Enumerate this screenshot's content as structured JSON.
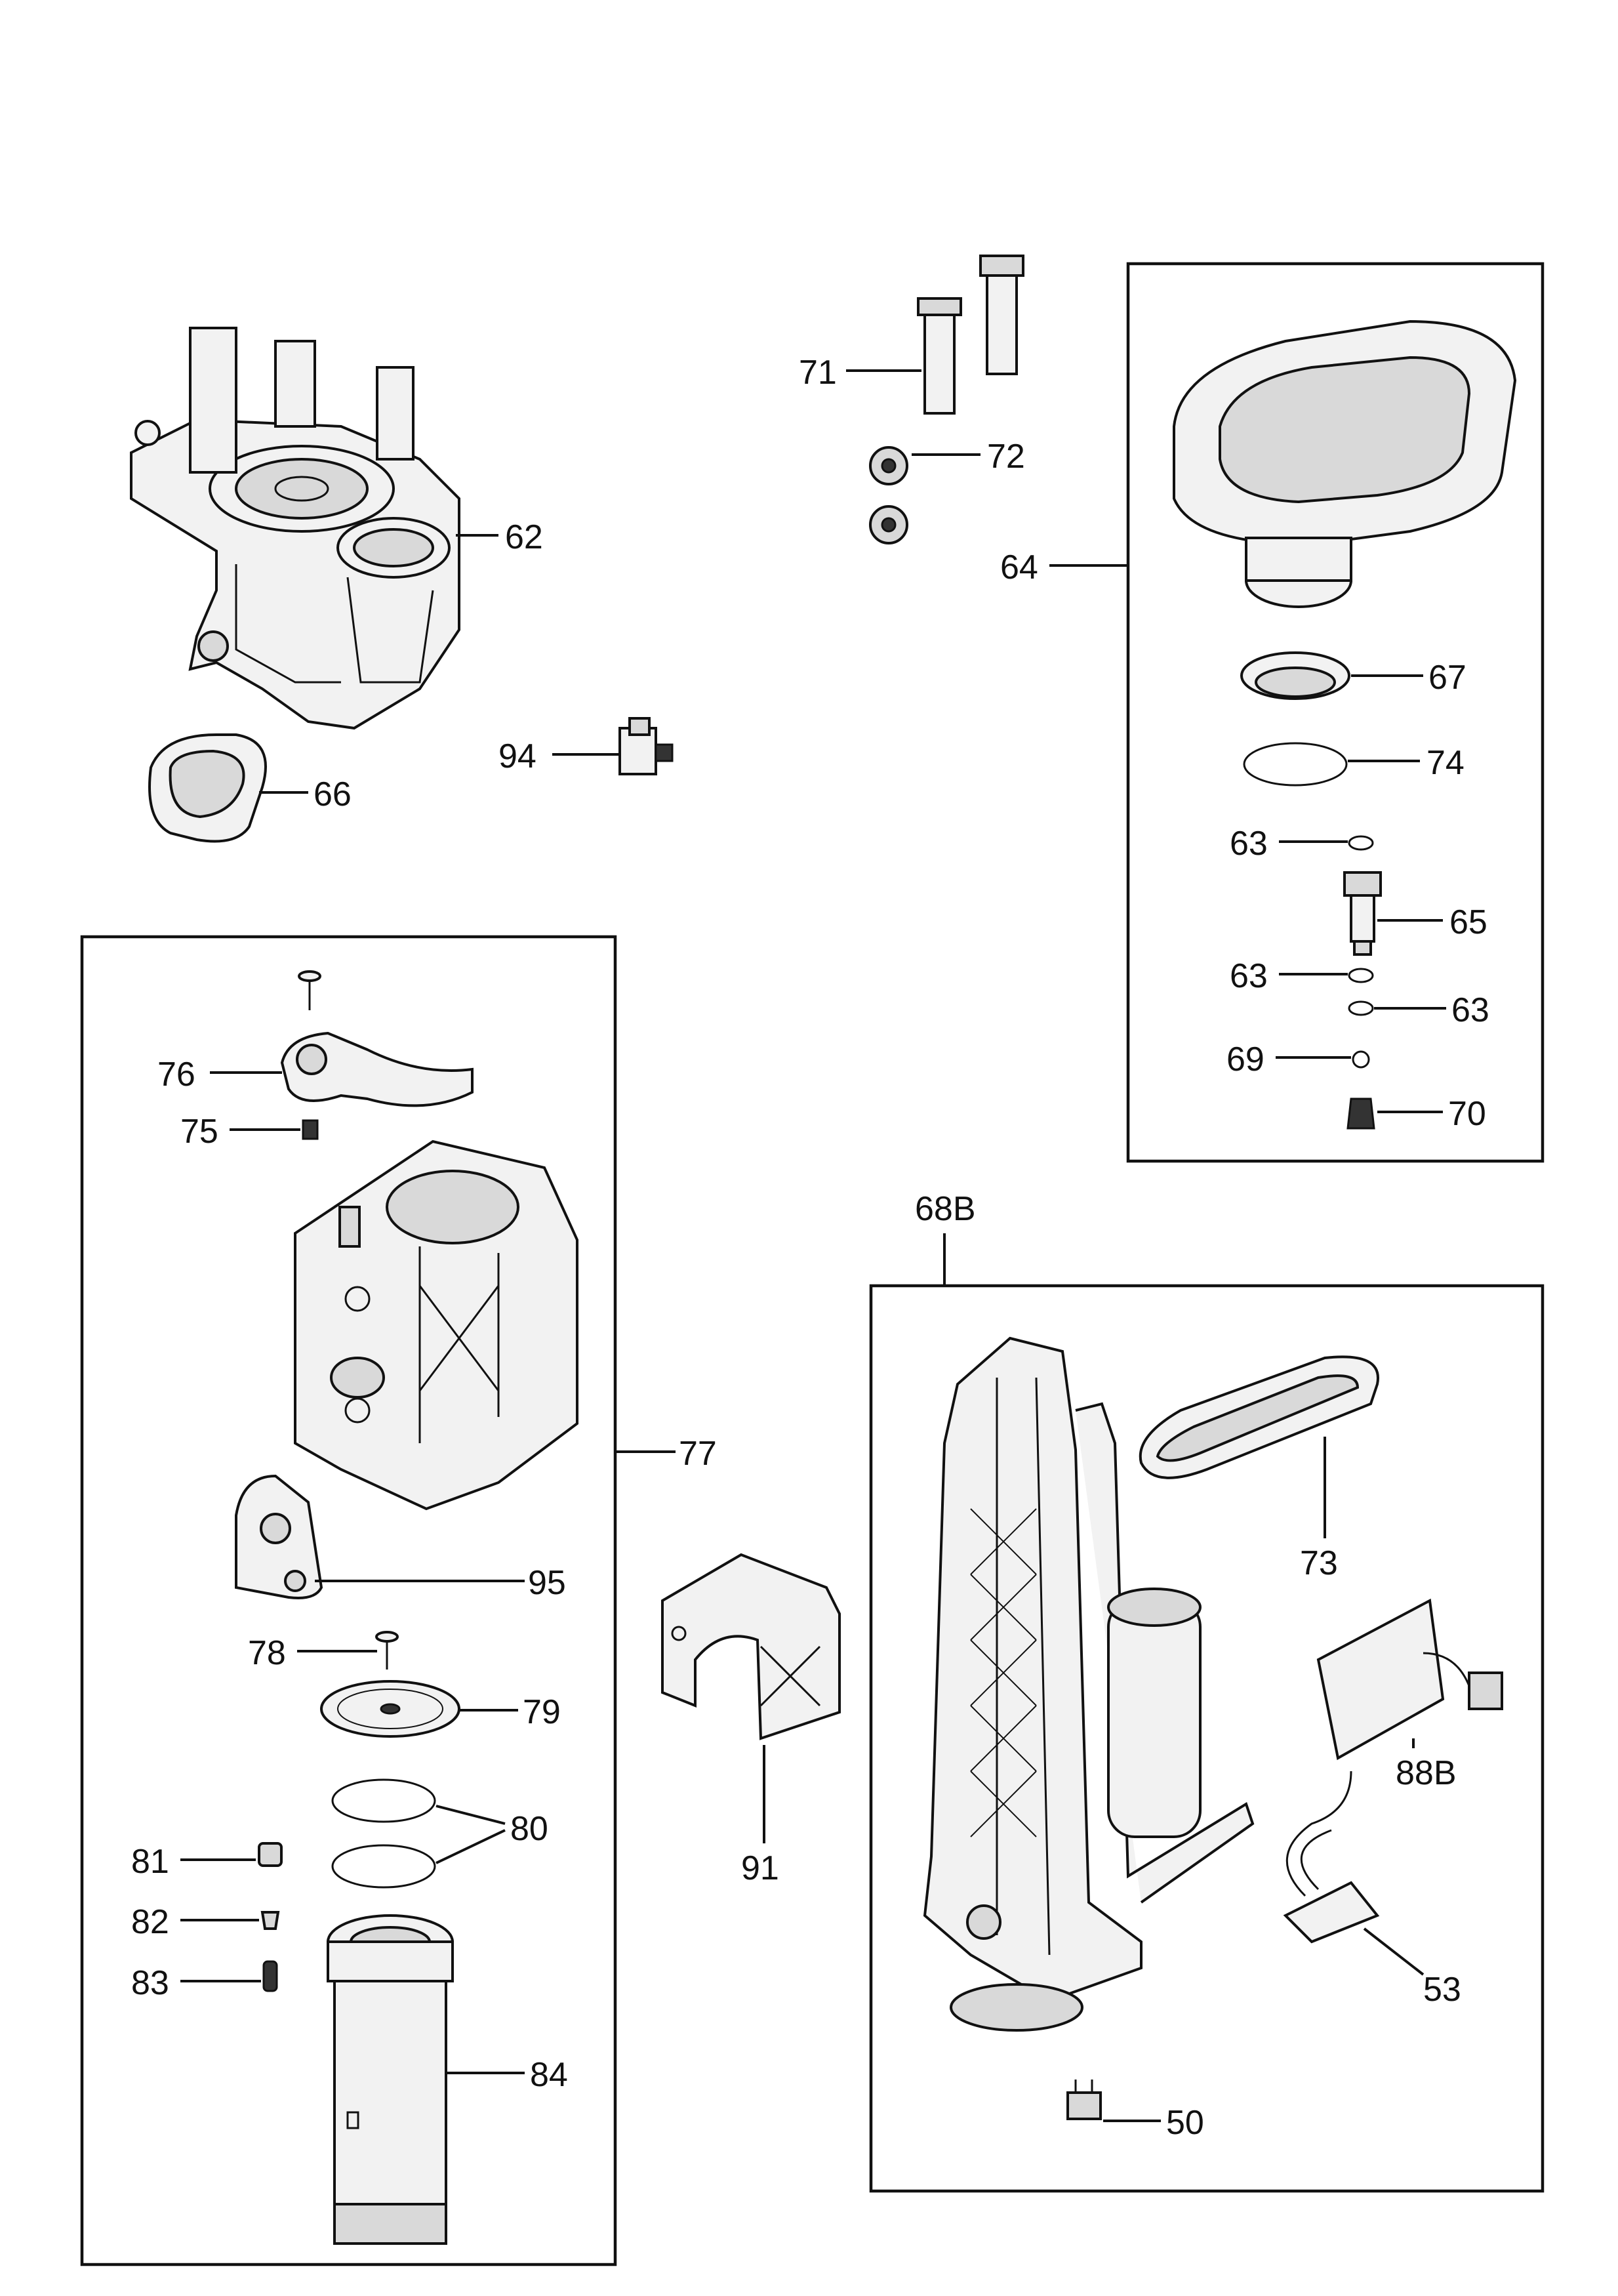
{
  "labels": {
    "l50": "50",
    "l53": "53",
    "l62": "62",
    "l63a": "63",
    "l63b": "63",
    "l63c": "63",
    "l64": "64",
    "l65": "65",
    "l66": "66",
    "l67": "67",
    "l68B": "68B",
    "l69": "69",
    "l70": "70",
    "l71": "71",
    "l72": "72",
    "l73": "73",
    "l74": "74",
    "l75": "75",
    "l76": "76",
    "l77": "77",
    "l78": "78",
    "l79": "79",
    "l80": "80",
    "l81": "81",
    "l82": "82",
    "l83": "83",
    "l84": "84",
    "l88B": "88B",
    "l91": "91",
    "l94": "94",
    "l95": "95"
  }
}
